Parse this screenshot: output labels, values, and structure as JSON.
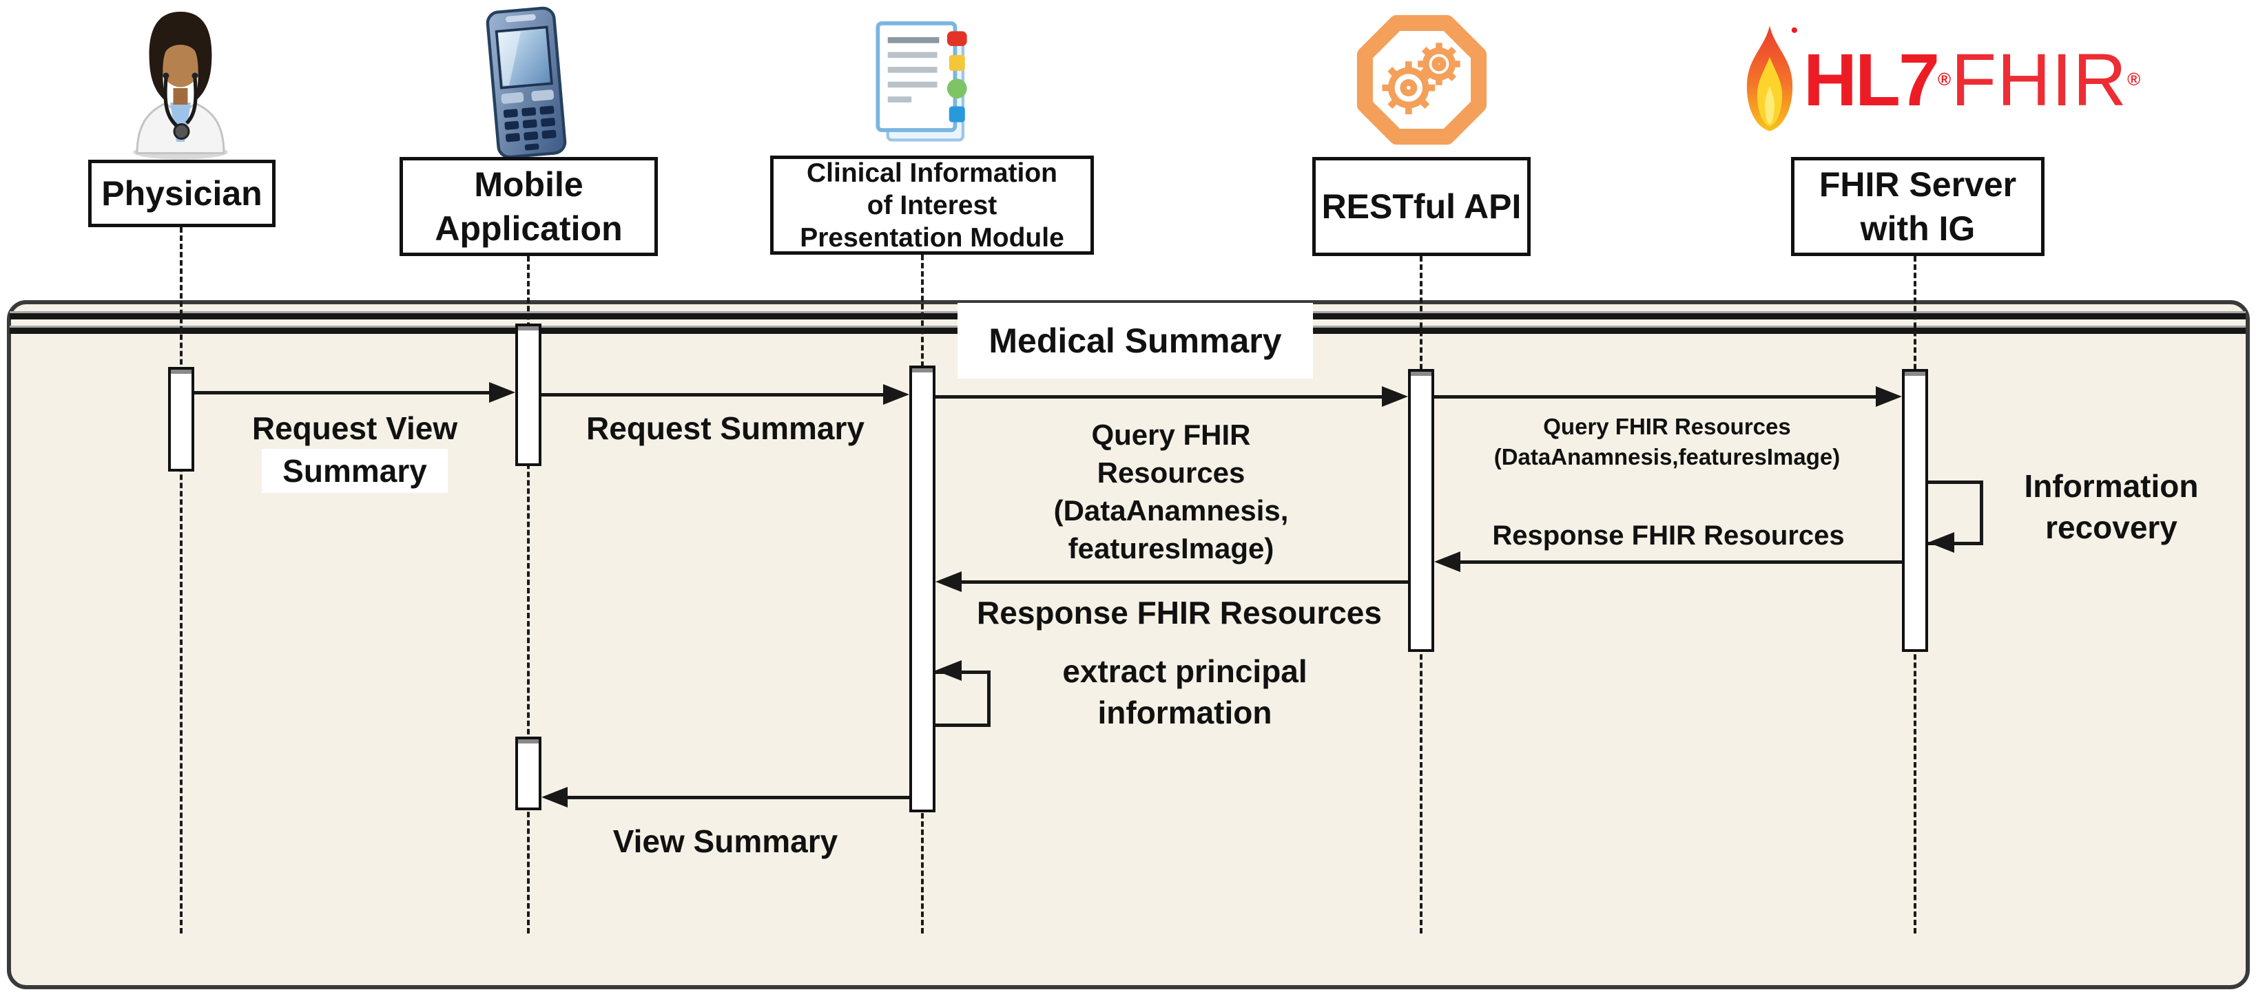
{
  "title": {
    "frame_label": "Medical Summary"
  },
  "actors": [
    {
      "name": "physician",
      "icon": "physician-icon",
      "label_lines": [
        "Physician"
      ]
    },
    {
      "name": "mobile-application",
      "icon": "mobile-phone-icon",
      "label_lines": [
        "Mobile",
        "Application"
      ]
    },
    {
      "name": "clinical-module",
      "icon": "clinical-document-icon",
      "label_lines": [
        "Clinical Information",
        "of  Interest",
        "Presentation Module"
      ]
    },
    {
      "name": "restful-api",
      "icon": "restful-api-gears-icon",
      "label_lines": [
        "RESTful API"
      ]
    },
    {
      "name": "fhir-server",
      "icon": "hl7-fhir-flame-icon",
      "label_lines": [
        "FHIR Server",
        "with IG"
      ],
      "logo": {
        "hl7": "HL7",
        "fhir": "FHIR",
        "reg": "®"
      }
    }
  ],
  "messages": [
    {
      "id": "request-view-summary",
      "from": "physician",
      "to": "mobile-application",
      "lines": [
        "Request View",
        "Summary"
      ]
    },
    {
      "id": "request-summary",
      "from": "mobile-application",
      "to": "clinical-module",
      "lines": [
        "Request Summary"
      ]
    },
    {
      "id": "query-fhir-clinical-to-rest",
      "from": "clinical-module",
      "to": "restful-api",
      "lines": [
        "Query FHIR Resources",
        "(DataAnamnesis,",
        "featuresImage)"
      ]
    },
    {
      "id": "query-fhir-rest-to-fhir",
      "from": "restful-api",
      "to": "fhir-server",
      "lines": [
        "Query FHIR Resources",
        "(DataAnamnesis,featuresImage)"
      ]
    },
    {
      "id": "information-recovery",
      "from": "fhir-server",
      "to": "fhir-server",
      "lines": [
        "Information",
        "recovery"
      ]
    },
    {
      "id": "response-fhir-to-rest",
      "from": "fhir-server",
      "to": "restful-api",
      "lines": [
        "Response FHIR Resources"
      ]
    },
    {
      "id": "response-rest-to-clinical",
      "from": "restful-api",
      "to": "clinical-module",
      "lines": [
        "Response FHIR Resources"
      ]
    },
    {
      "id": "extract-principal-information",
      "from": "clinical-module",
      "to": "clinical-module",
      "lines": [
        "extract principal",
        "information"
      ]
    },
    {
      "id": "view-summary",
      "from": "clinical-module",
      "to": "mobile-application",
      "lines": [
        "View Summary"
      ]
    }
  ],
  "colors": {
    "frame_background": "#f5f1e6",
    "frame_border": "#3a3a3a",
    "accent_orange": "#f4a05a",
    "hl7_red": "#ed1c24",
    "doc_blue": "#7ab5e0",
    "marker_red": "#e23327",
    "marker_yellow": "#f3c73a",
    "marker_green": "#7ec465",
    "marker_blue": "#2a99dc"
  }
}
